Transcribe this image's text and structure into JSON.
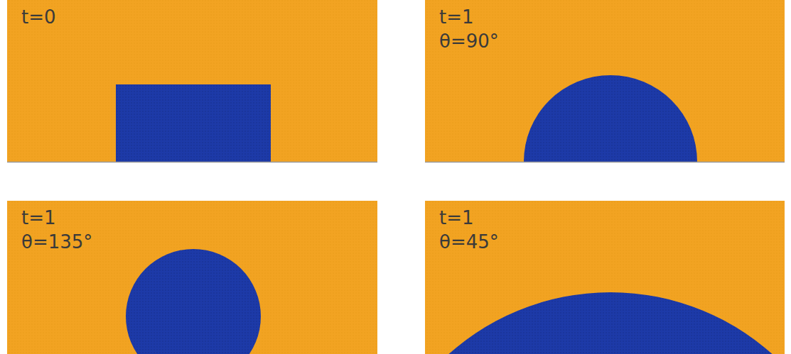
{
  "diagram": {
    "labels": [
      "t=0",
      "t=1",
      "θ=90°",
      "t=1",
      "θ=135°",
      "t=1",
      "θ=45°"
    ]
  }
}
